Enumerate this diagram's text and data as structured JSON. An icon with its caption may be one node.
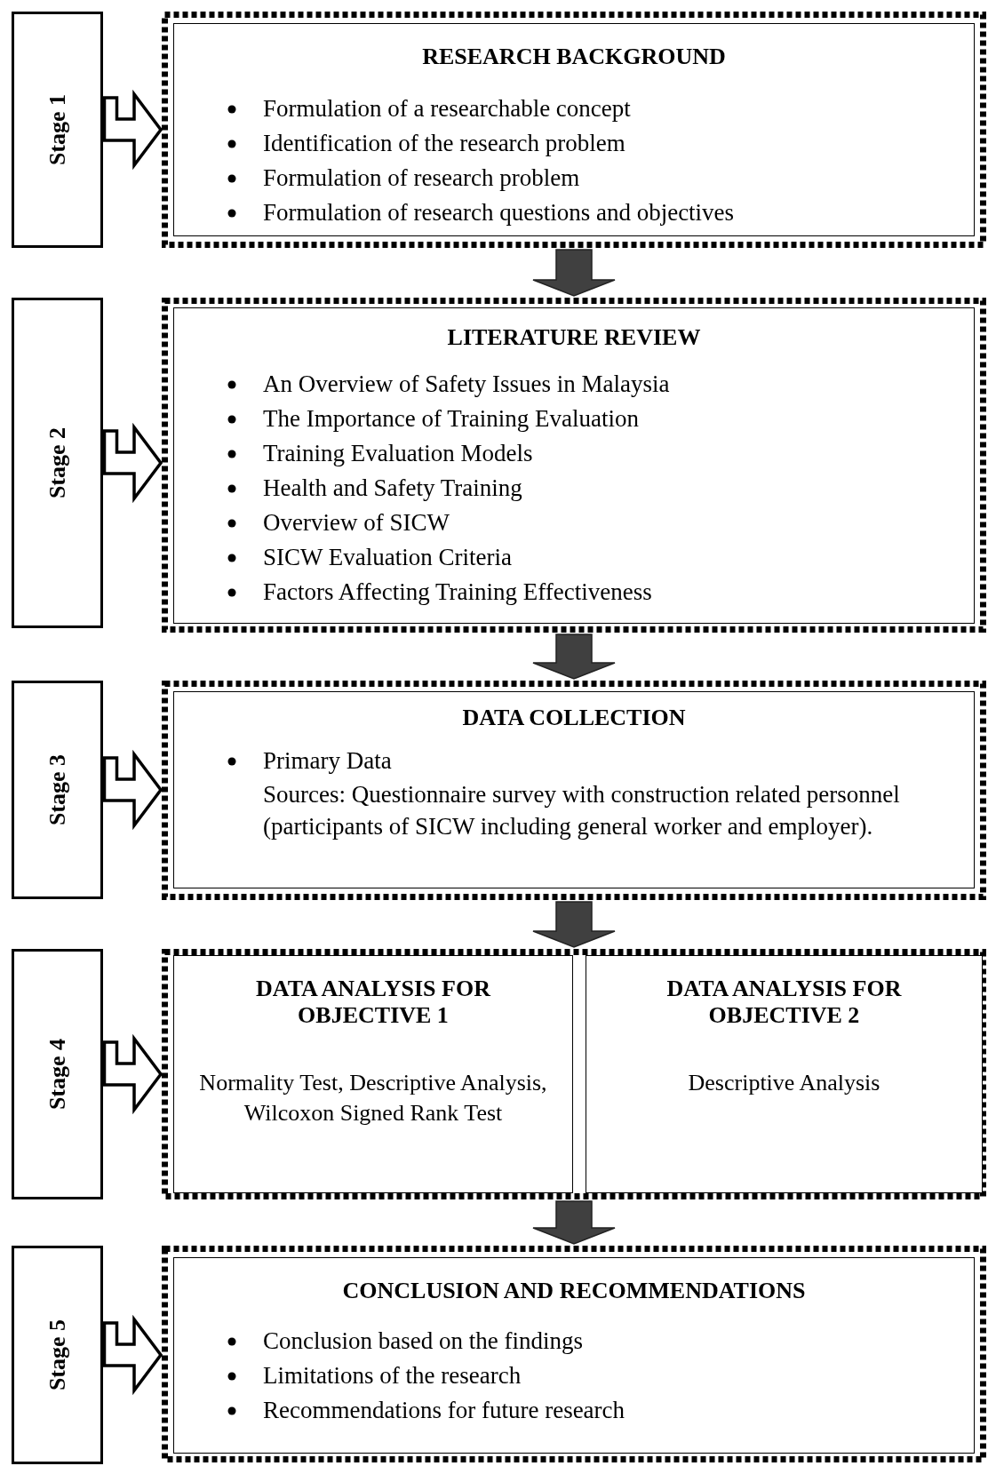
{
  "diagram": {
    "nodes": [
      {
        "text": [
          "Stage 1"
        ]
      },
      {
        "text": [],
        "shape": "box"
      },
      {
        "text": [
          "RESEARCH BACKGROUND",
          "Formulation of a researchable concept",
          "Identification of the research problem",
          "Formulation of research problem",
          "Formulation of research questions and objectives"
        ],
        "in": 1
      },
      {
        "text": [
          "Stage 2"
        ]
      },
      {
        "text": [],
        "shape": "box"
      },
      {
        "text": [
          "LITERATURE REVIEW",
          "An Overview of Safety Issues in Malaysia",
          "The Importance of Training Evaluation",
          "Training Evaluation Models",
          "Health and Safety Training",
          "Overview of SICW",
          "SICW Evaluation Criteria",
          "Factors Affecting Training Effectiveness"
        ],
        "in": 4
      },
      {
        "text": [
          "Stage 3"
        ]
      },
      {
        "text": [],
        "shape": "box"
      },
      {
        "text": [
          "DATA COLLECTION",
          "Primary Data",
          "Sources: Questionnaire survey with construction related personnel (participants of SICW including general worker and employer)."
        ],
        "in": 7
      },
      {
        "text": [
          "Stage 4"
        ]
      },
      {
        "text": [],
        "shape": "box"
      },
      {
        "text": [
          "DATA ANALYSIS FOR OBJECTIVE 1",
          "Normality Test, Descriptive Analysis, Wilcoxon Signed Rank Test"
        ],
        "in": 10
      },
      {
        "text": [
          "DATA ANALYSIS FOR OBJECTIVE 2",
          "Descriptive Analysis"
        ],
        "in": 10
      },
      {
        "text": [
          "Stage 5"
        ]
      },
      {
        "text": [],
        "shape": "box"
      },
      {
        "text": [
          "CONCLUSION AND RECOMMENDATIONS",
          "Conclusion based on the findings",
          "Limitations of the research",
          "Recommendations for future research"
        ],
        "in": 14
      }
    ],
    "edges": [
      {
        "from": 0,
        "to": 1,
        "arrow": "to"
      },
      {
        "from": 1,
        "to": 4,
        "arrow": "to",
        "color": "#404040"
      },
      {
        "from": 3,
        "to": 4,
        "arrow": "to"
      },
      {
        "from": 4,
        "to": 7,
        "arrow": "to",
        "color": "#404040"
      },
      {
        "from": 6,
        "to": 7,
        "arrow": "to"
      },
      {
        "from": 7,
        "to": 10,
        "arrow": "to",
        "color": "#404040"
      },
      {
        "from": 9,
        "to": 10,
        "arrow": "to"
      },
      {
        "from": 10,
        "to": 14,
        "arrow": "to",
        "color": "#404040"
      },
      {
        "from": 13,
        "to": 14,
        "arrow": "to"
      }
    ]
  }
}
